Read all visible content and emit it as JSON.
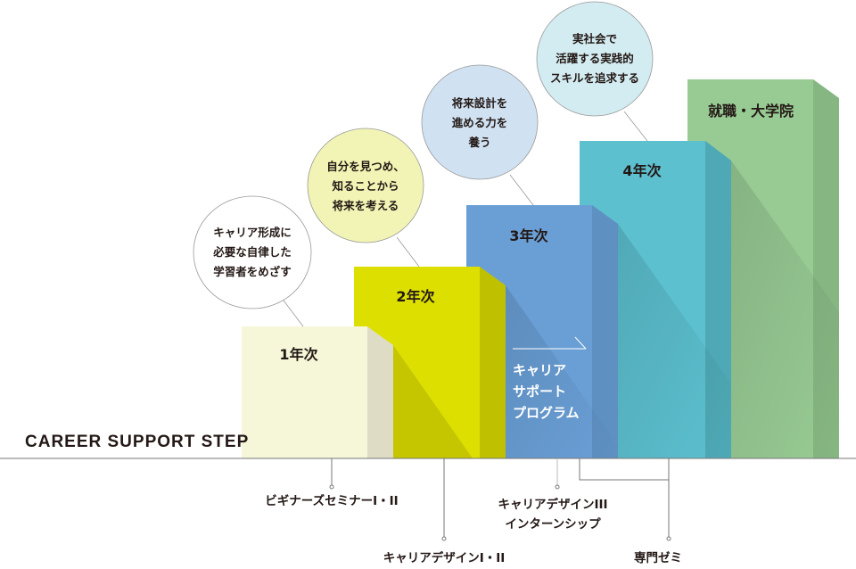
{
  "title": "CAREER SUPPORT STEP",
  "colors": {
    "step1": "#f5f7d8",
    "step1_side": "#dedcc4",
    "step2": "#dcdf00",
    "step2_side": "#bfc000",
    "step3": "#6a9fd6",
    "step3_side": "#5e90c2",
    "step4": "#5cc0cf",
    "step4_side": "#4ea8b5",
    "step5": "#98cb94",
    "step5_side": "#86b682"
  },
  "steps": [
    {
      "label": "1年次"
    },
    {
      "label": "2年次"
    },
    {
      "label": "3年次"
    },
    {
      "label": "4年次"
    },
    {
      "label": "就職・大学院"
    }
  ],
  "goals": [
    {
      "lines": [
        "キャリア形成に",
        "必要な自律した",
        "学習者をめざす"
      ]
    },
    {
      "lines": [
        "自分を見つめ、",
        "知ることから",
        "将来を考える"
      ]
    },
    {
      "lines": [
        "将来設計を",
        "進める力を",
        "養う"
      ]
    },
    {
      "lines": [
        "実社会で",
        "活躍する実践的",
        "スキルを追求する"
      ]
    }
  ],
  "program": {
    "lines": [
      "キャリア",
      "サポート",
      "プログラム"
    ]
  },
  "courses": [
    {
      "lines": [
        "ビギナーズセミナーI・II"
      ]
    },
    {
      "lines": [
        "キャリアデザインI・II"
      ]
    },
    {
      "lines": [
        "キャリアデザインIII",
        "インターンシップ"
      ]
    },
    {
      "lines": [
        "専門ゼミ"
      ]
    }
  ]
}
